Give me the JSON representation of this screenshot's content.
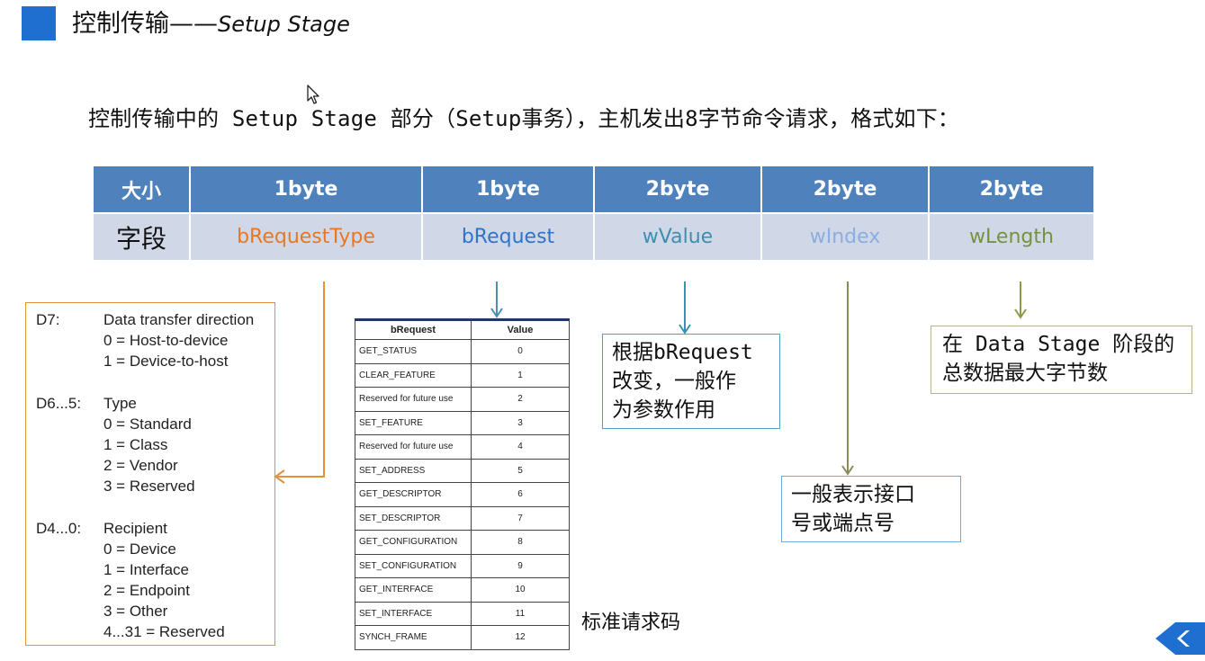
{
  "header": {
    "title_cn": "控制传输",
    "title_sep": "——",
    "title_en": "Setup Stage"
  },
  "intro": "控制传输中的 Setup Stage 部分（Setup事务），主机发出8字节命令请求，格式如下：",
  "format_table": {
    "size_header": "大小",
    "field_header": "字段",
    "columns": [
      {
        "size": "1byte",
        "field": "bRequestType",
        "color": "#e87722"
      },
      {
        "size": "1byte",
        "field": "bRequest",
        "color": "#2e74c9"
      },
      {
        "size": "2byte",
        "field": "wValue",
        "color": "#3c8fae"
      },
      {
        "size": "2byte",
        "field": "wIndex",
        "color": "#8aaee0"
      },
      {
        "size": "2byte",
        "field": "wLength",
        "color": "#76923c"
      }
    ]
  },
  "request_type_box": {
    "lines": [
      "D7:",
      "Data transfer direction",
      "0 = Host-to-device",
      "1 = Device-to-host",
      "D6...5:",
      "Type",
      "0 = Standard",
      "1 = Class",
      "2 = Vendor",
      "3 = Reserved",
      "D4...0:",
      "Recipient",
      "0 = Device",
      "1 = Interface",
      "2 = Endpoint",
      "3 = Other",
      "4...31 = Reserved"
    ]
  },
  "request_table": {
    "headers": [
      "bRequest",
      "Value"
    ],
    "rows": [
      [
        "GET_STATUS",
        "0"
      ],
      [
        "CLEAR_FEATURE",
        "1"
      ],
      [
        "Reserved for future use",
        "2"
      ],
      [
        "SET_FEATURE",
        "3"
      ],
      [
        "Reserved for future use",
        "4"
      ],
      [
        "SET_ADDRESS",
        "5"
      ],
      [
        "GET_DESCRIPTOR",
        "6"
      ],
      [
        "SET_DESCRIPTOR",
        "7"
      ],
      [
        "GET_CONFIGURATION",
        "8"
      ],
      [
        "SET_CONFIGURATION",
        "9"
      ],
      [
        "GET_INTERFACE",
        "10"
      ],
      [
        "SET_INTERFACE",
        "11"
      ],
      [
        "SYNCH_FRAME",
        "12"
      ]
    ],
    "caption": "标准请求码"
  },
  "notes": {
    "wvalue": [
      "根据bRequest",
      "改变，一般作",
      "为参数作用"
    ],
    "windex": [
      "一般表示接口",
      "号或端点号"
    ],
    "wlength": [
      "在 Data Stage 阶段的",
      "总数据最大字节数"
    ]
  },
  "colors": {
    "accent": "#1f6fd0",
    "table_header": "#4f81bd",
    "table_row": "#d0d8e8",
    "orange": "#e69138",
    "teal": "#4b8fae",
    "olive": "#8a8a5c"
  },
  "icons": [
    "cursor-icon",
    "back-arrow-icon"
  ]
}
